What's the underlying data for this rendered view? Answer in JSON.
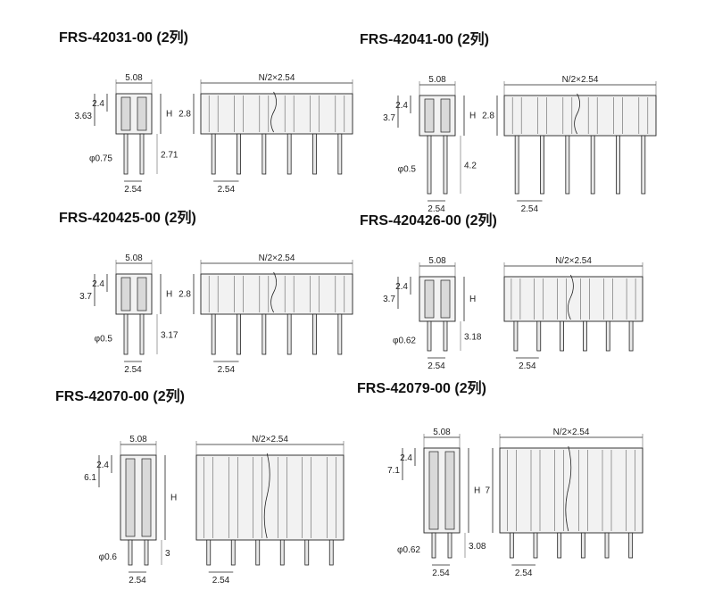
{
  "panels": [
    {
      "title": "FRS-42031-00 (2列)",
      "dims": {
        "pitch": "5.08",
        "row": "2.54",
        "a": "2.4",
        "b": "3.63",
        "phi": "φ0.75",
        "tail": "2.71",
        "h": "H",
        "len": "N/2×2.54",
        "hgt": "2.8",
        "pitch2": "2.54"
      }
    },
    {
      "title": "FRS-42041-00 (2列)",
      "dims": {
        "pitch": "5.08",
        "row": "2.54",
        "a": "2.4",
        "b": "3.7",
        "phi": "φ0.5",
        "tail": "4.2",
        "h": "H",
        "len": "N/2×2.54",
        "hgt": "2.8",
        "pitch2": "2.54"
      }
    },
    {
      "title": "FRS-420425-00 (2列)",
      "dims": {
        "pitch": "5.08",
        "row": "2.54",
        "a": "2.4",
        "b": "3.7",
        "phi": "φ0.5",
        "tail": "3.17",
        "h": "H",
        "len": "N/2×2.54",
        "hgt": "2.8",
        "pitch2": "2.54"
      }
    },
    {
      "title": "FRS-420426-00 (2列)",
      "dims": {
        "pitch": "5.08",
        "row": "2.54",
        "a": "2.4",
        "b": "3.7",
        "phi": "φ0.62",
        "tail": "3.18",
        "h": "H",
        "len": "N/2×2.54",
        "hgt": "",
        "pitch2": "2.54"
      }
    },
    {
      "title": "FRS-42070-00 (2列)",
      "dims": {
        "pitch": "5.08",
        "row": "2.54",
        "a": "2.4",
        "b": "6.1",
        "phi": "φ0.6",
        "tail": "3",
        "h": "H",
        "len": "N/2×2.54",
        "hgt": "",
        "pitch2": "2.54"
      }
    },
    {
      "title": "FRS-42079-00 (2列)",
      "dims": {
        "pitch": "5.08",
        "row": "2.54",
        "a": "2.4",
        "b": "7.1",
        "phi": "φ0.62",
        "tail": "3.08",
        "h": "H",
        "len": "N/2×2.54",
        "hgt": "7",
        "pitch2": "2.54"
      }
    }
  ]
}
